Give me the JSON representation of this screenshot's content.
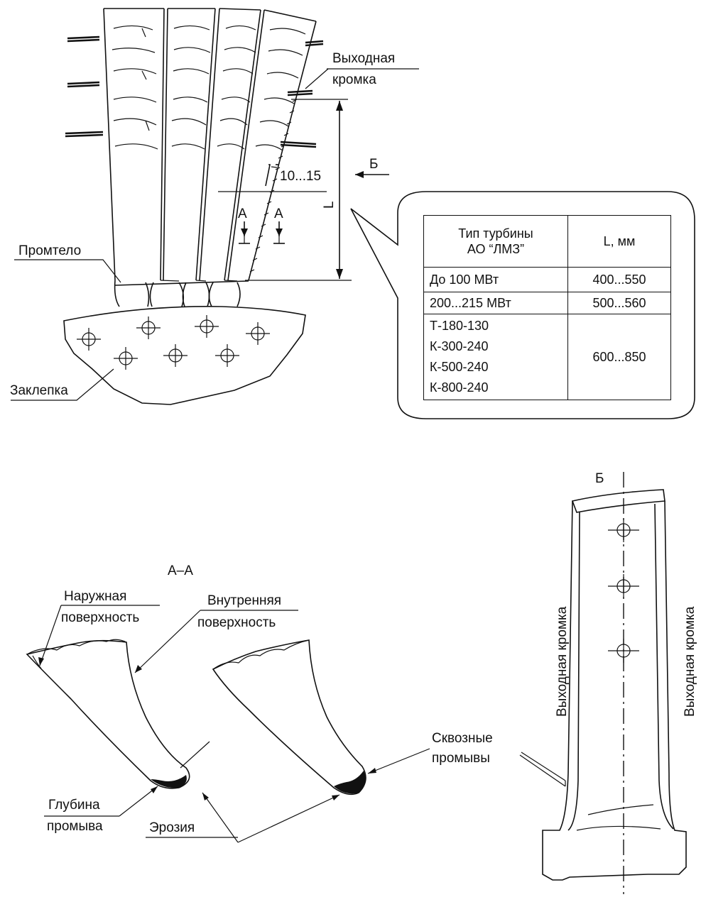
{
  "labels": {
    "trailing_edge_top_line1": "Выходная",
    "trailing_edge_top_line2": "кромка",
    "dim_range": "10...15",
    "view_arrow": "Б",
    "dim_L": "L",
    "section_mark_left": "А",
    "section_mark_right": "А",
    "intermediate_body": "Промтело",
    "rivet": "Заклепка",
    "section_title": "А–А",
    "outer_surface_line1": "Наружная",
    "outer_surface_line2": "поверхность",
    "inner_surface_line1": "Внутренняя",
    "inner_surface_line2": "поверхность",
    "washout_depth_line1": "Глубина",
    "washout_depth_line2": "промыва",
    "erosion": "Эрозия",
    "through_washouts_line1": "Сквозные",
    "through_washouts_line2": "промывы",
    "view_B": "Б",
    "trailing_edge_vertical_left": "Выходная кромка",
    "trailing_edge_vertical_right": "Выходная кромка"
  },
  "table": {
    "header": {
      "turbine_type": "Тип турбины\nАО “ЛМЗ”",
      "length": "L, мм"
    },
    "rows": [
      {
        "types": [
          "До 100 МВт"
        ],
        "length": "400...550"
      },
      {
        "types": [
          "200...215 МВт"
        ],
        "length": "500...560"
      },
      {
        "types": [
          "Т-180-130",
          "К-300-240",
          "К-500-240",
          "К-800-240"
        ],
        "length": "600...850"
      }
    ]
  }
}
